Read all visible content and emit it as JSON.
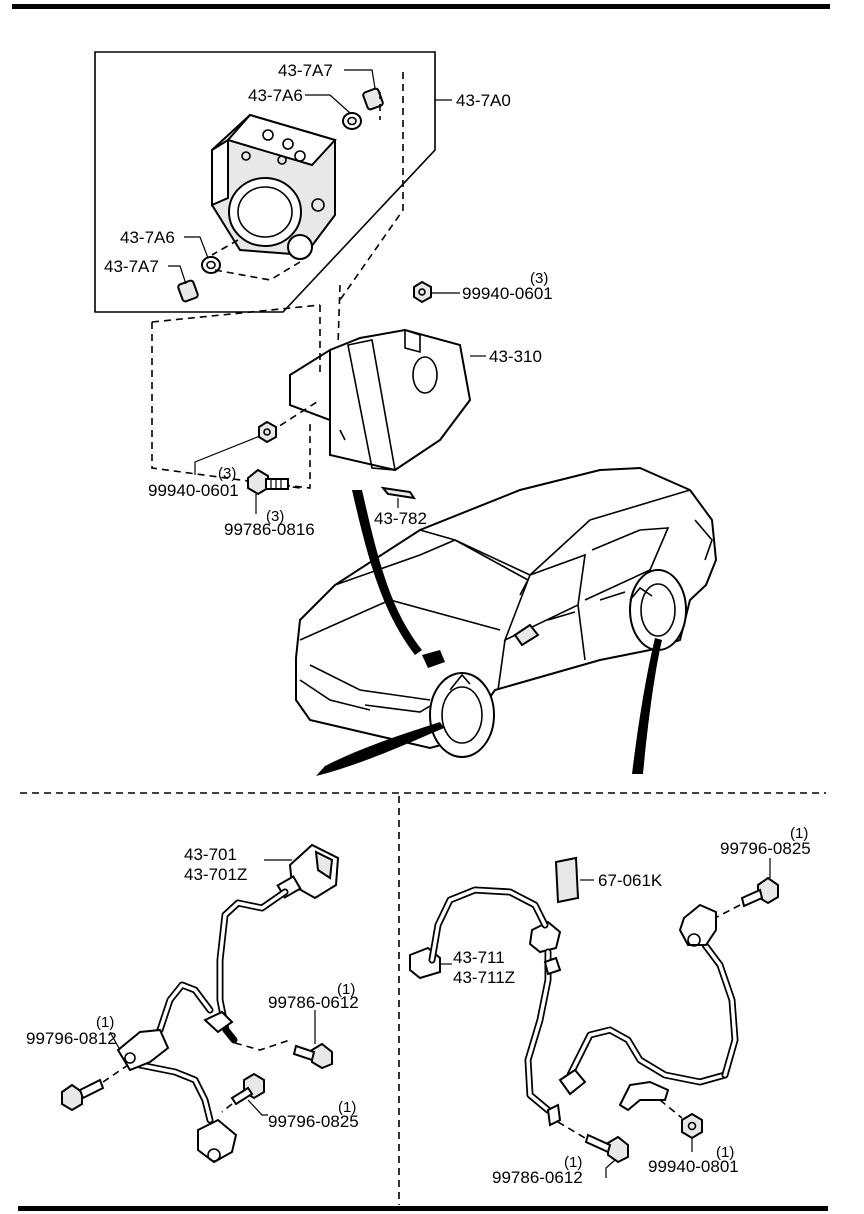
{
  "labels": {
    "hu_assy": "43-7A0",
    "fitting_top": "43-7A7",
    "washer_top": "43-7A6",
    "washer_bottom": "43-7A6",
    "fitting_bottom": "43-7A7",
    "nut_top": "99940-0601",
    "nut_top_qty": "(3)",
    "bracket": "43-310",
    "nut_left": "99940-0601",
    "nut_left_qty": "(3)",
    "bolt_bracket": "99786-0816",
    "bolt_bracket_qty": "(3)",
    "clip": "43-782",
    "front_sensor_a": "43-701",
    "front_sensor_b": "43-701Z",
    "bolt_fl_1": "99786-0612",
    "bolt_fl_1_qty": "(1)",
    "bolt_fl_2": "99796-0812",
    "bolt_fl_2_qty": "(1)",
    "bolt_fl_3": "99796-0825",
    "bolt_fl_3_qty": "(1)",
    "label_tag": "67-061K",
    "rear_sensor_a": "43-711",
    "rear_sensor_b": "43-711Z",
    "bolt_rr_1": "99796-0825",
    "bolt_rr_1_qty": "(1)",
    "bolt_rr_2": "99786-0612",
    "bolt_rr_2_qty": "(1)",
    "nut_rr": "99940-0801",
    "nut_rr_qty": "(1)"
  }
}
